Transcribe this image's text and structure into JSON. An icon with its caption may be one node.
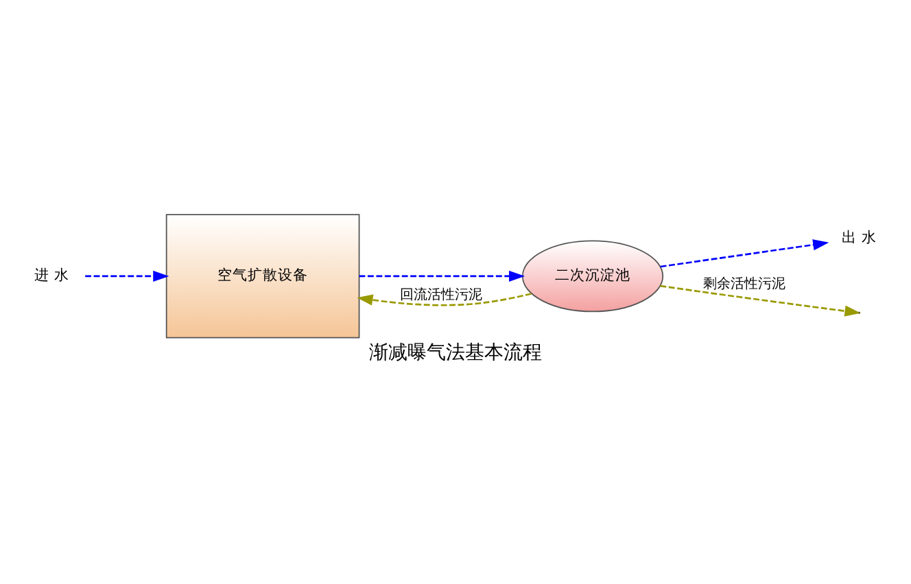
{
  "diagram": {
    "caption": "渐减曝气法基本流程",
    "nodes": [
      {
        "text": [
          "进 水"
        ]
      },
      {
        "text": [
          "空气扩散设备"
        ]
      },
      {
        "text": [
          "二次沉淀池"
        ]
      },
      {
        "text": [
          "出 水"
        ]
      }
    ],
    "edges": [
      {
        "from": 0,
        "to": 1,
        "arrow": "to",
        "style": "dashed",
        "color": "#0000ff"
      },
      {
        "from": 1,
        "to": 2,
        "arrow": "to",
        "style": "dashed",
        "color": "#0000ff"
      },
      {
        "from": 2,
        "to": 3,
        "arrow": "to",
        "style": "dashed",
        "color": "#0000ff"
      },
      {
        "from": 2,
        "to": 1,
        "arrow": "to",
        "label": "回流活性污泥",
        "style": "dashed",
        "color": "#999900"
      },
      {
        "from": 2,
        "to": null,
        "arrow": "to",
        "label": "剩余活性污泥",
        "style": "dashed",
        "color": "#999900"
      }
    ]
  }
}
